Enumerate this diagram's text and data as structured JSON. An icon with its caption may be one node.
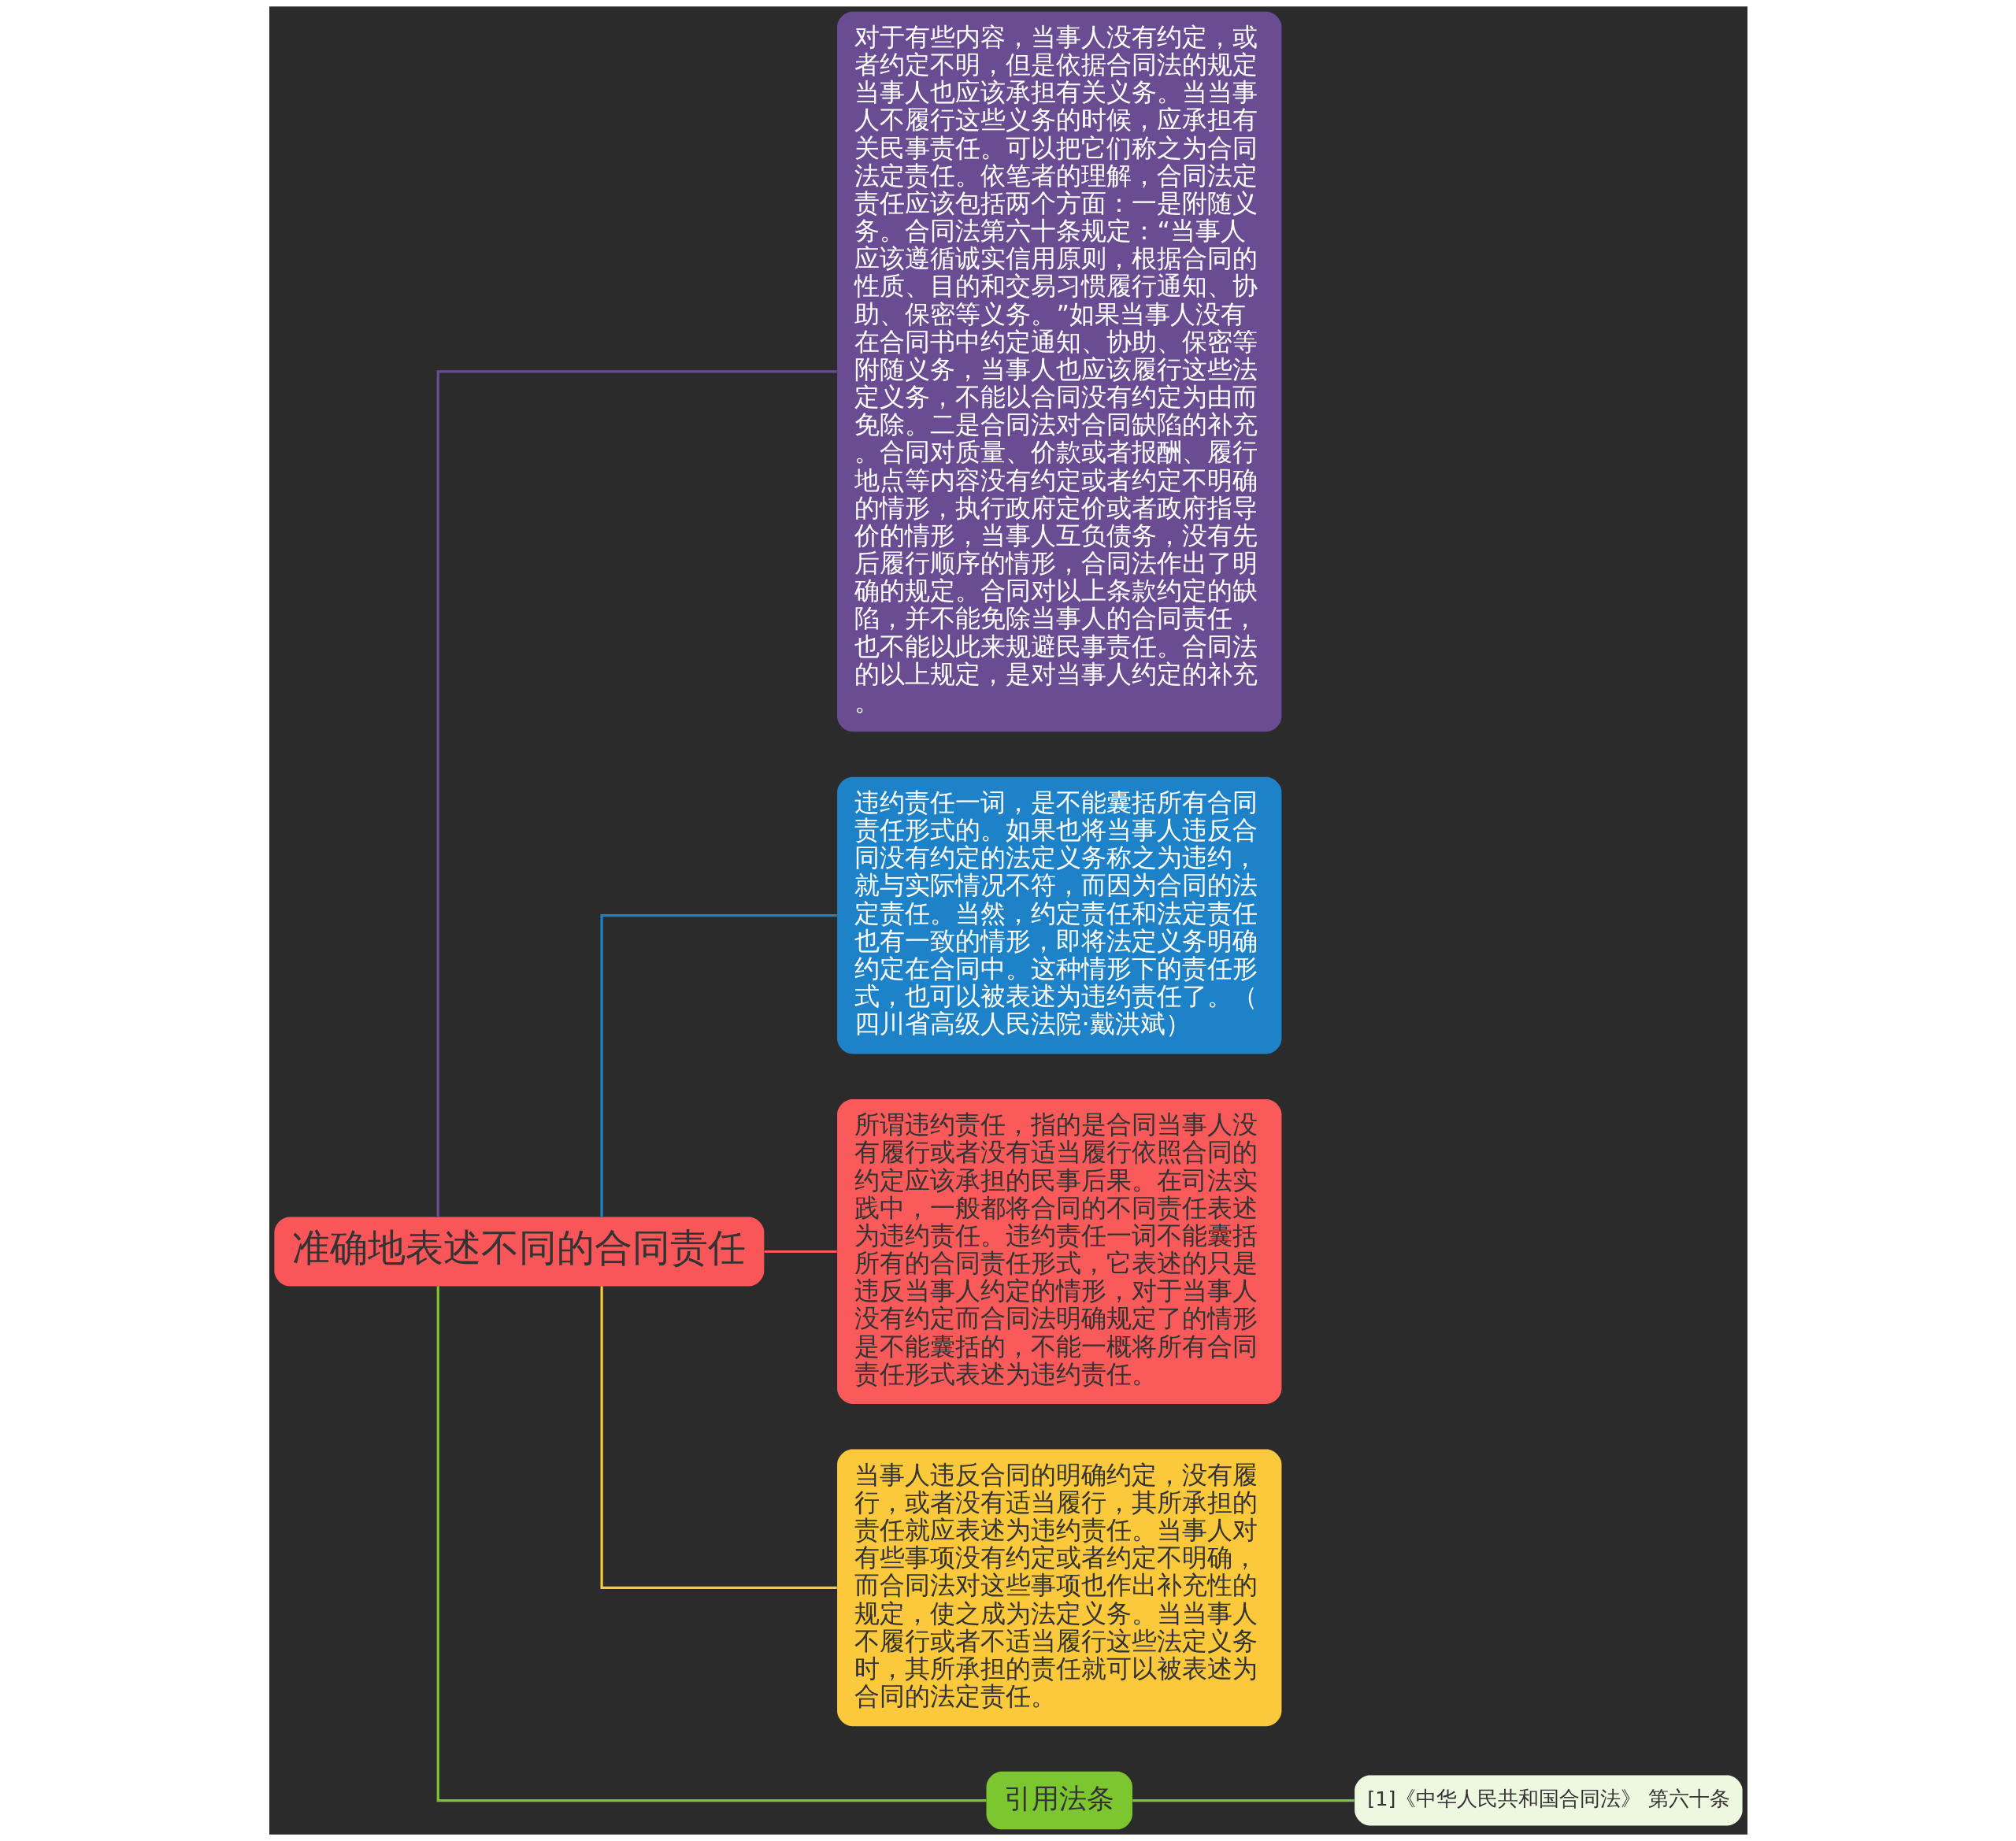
{
  "diagram": {
    "nodes": [
      {
        "text": [
          "准确地表述不同的合同责任"
        ]
      },
      {
        "text": [
          "对于有些内容，当事人没有约定，或者约定不明，但是依据合同法的规定当事人也应该承担有关义务。当当事人不履行这些义务的时候，应承担有关民事责任。可以把它们称之为合同法定责任。依笔者的理解，合同法定责任应该包括两个方面：一是附随义务。合同法第六十条规定：“当事人应该遵循诚实信用原则，根据合同的性质、目的和交易习惯履行通知、协助、保密等义务。”如果当事人没有在合同书中约定通知、协助、保密等附随义务，当事人也应该履行这些法定义务，不能以合同没有约定为由而免除。二是合同法对合同缺陷的补充。合同对质量、价款或者报酬、履行地点等内容没有约定或者约定不明确的情形，执行政府定价或者政府指导价的情形，当事人互负债务，没有先后履行顺序的情形，合同法作出了明确的规定。合同对以上条款约定的缺陷，并不能免除当事人的合同责任，也不能以此来规避民事责任。合同法的以上规定，是对当事人约定的补充。"
        ]
      },
      {
        "text": [
          "违约责任一词，是不能囊括所有合同责任形式的。如果也将当事人违反合同没有约定的法定义务称之为违约，就与实际情况不符，而因为合同的法定责任。当然，约定责任和法定责任也有一致的情形，即将法定义务明确约定在合同中。这种情形下的责任形式，也可以被表述为违约责任了。（四川省高级人民法院·戴洪斌）"
        ]
      },
      {
        "text": [
          "所谓违约责任，指的是合同当事人没有履行或者没有适当履行依照合同的约定应该承担的民事后果。在司法实践中，一般都将合同的不同责任表述为违约责任。违约责任一词不能囊括所有的合同责任形式，它表述的只是违反当事人约定的情形，对于当事人没有约定而合同法明确规定了的情形是不能囊括的，不能一概将所有合同责任形式表述为违约责任。"
        ]
      },
      {
        "text": [
          "当事人违反合同的明确约定，没有履行，或者没有适当履行，其所承担的责任就应表述为违约责任。当事人对有些事项没有约定或者约定不明确，而合同法对这些事项也作出补充性的规定，使之成为法定义务。当当事人不履行或者不适当履行这些法定义务时，其所承担的责任就可以被表述为合同的法定责任。"
        ]
      },
      {
        "text": [
          "引用法条"
        ]
      },
      {
        "text": [
          "[1]《中华人民共和国合同法》 第六十条"
        ]
      }
    ],
    "edges": [
      {
        "from": 0,
        "to": 1,
        "arrow": "none",
        "color": "#6a4c93"
      },
      {
        "from": 0,
        "to": 2,
        "arrow": "none",
        "color": "#1e82c8"
      },
      {
        "from": 0,
        "to": 3,
        "arrow": "none",
        "color": "#fa5a5a"
      },
      {
        "from": 0,
        "to": 4,
        "arrow": "none",
        "color": "#fcc83c"
      },
      {
        "from": 0,
        "to": 5,
        "arrow": "none",
        "color": "#7cc72f"
      },
      {
        "from": 5,
        "to": 6,
        "arrow": "none",
        "color": "#7cc72f"
      }
    ]
  }
}
